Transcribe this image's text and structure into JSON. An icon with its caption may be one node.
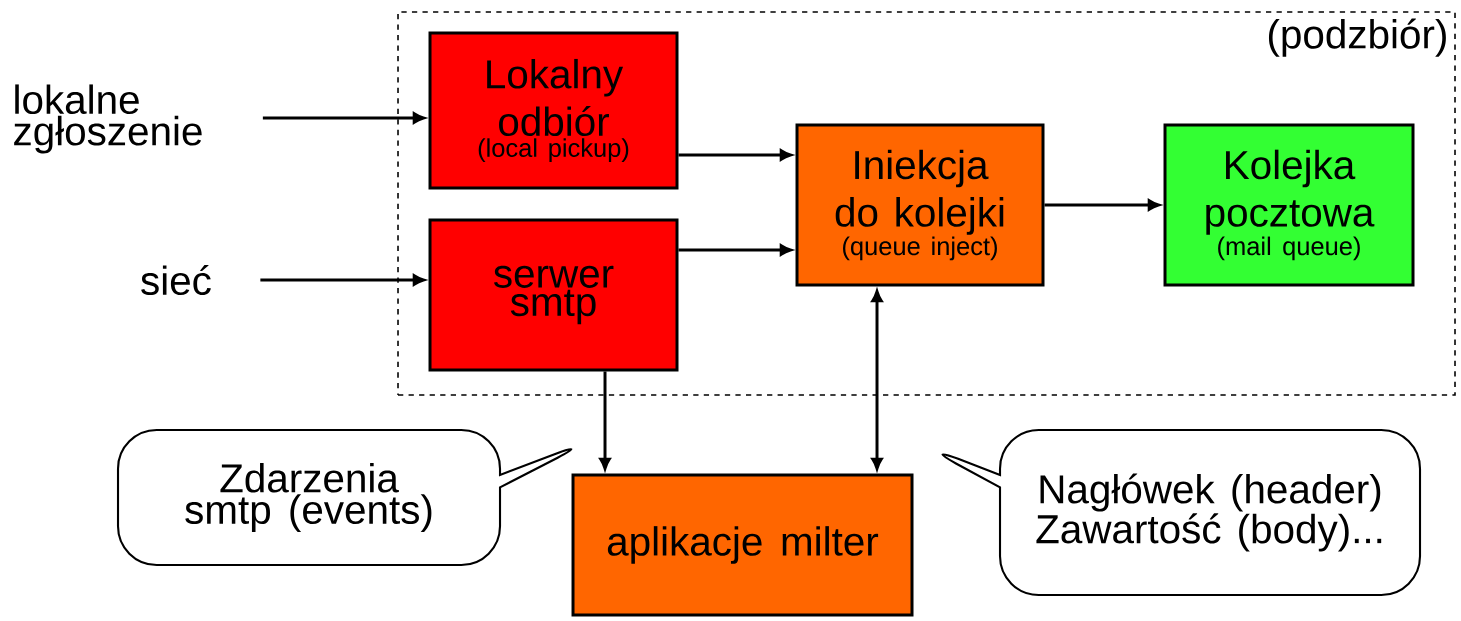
{
  "diagram": {
    "nodes": [
      {
        "text": [
          "(podzbiór)"
        ]
      },
      {
        "text": [
          "lokalne zgłoszenie"
        ]
      },
      {
        "text": [
          "sieć"
        ]
      },
      {
        "text": [
          "Lokalny odbiór",
          "(local pickup)"
        ],
        "in": 0
      },
      {
        "text": [
          "serwer smtp"
        ],
        "in": 0
      },
      {
        "text": [
          "Iniekcja do kolejki",
          "(queue inject)"
        ],
        "in": 0
      },
      {
        "text": [
          "Kolejka pocztowa",
          "(mail queue)"
        ],
        "in": 0
      },
      {
        "text": [
          "aplikacje milter"
        ]
      },
      {
        "text": [
          "Zdarzenia smtp (events)"
        ]
      },
      {
        "text": [
          "Nagłówek (header) Zawartość (body)..."
        ]
      }
    ],
    "edges": [
      {
        "from": 1,
        "to": 3,
        "arrow": "to"
      },
      {
        "from": 2,
        "to": 4,
        "arrow": "to"
      },
      {
        "from": 3,
        "to": 5,
        "arrow": "to"
      },
      {
        "from": 4,
        "to": 5,
        "arrow": "to"
      },
      {
        "from": 5,
        "to": 6,
        "arrow": "to"
      },
      {
        "from": 4,
        "to": 7,
        "arrow": "to"
      },
      {
        "from": 5,
        "to": 7,
        "arrow": "both"
      }
    ]
  }
}
